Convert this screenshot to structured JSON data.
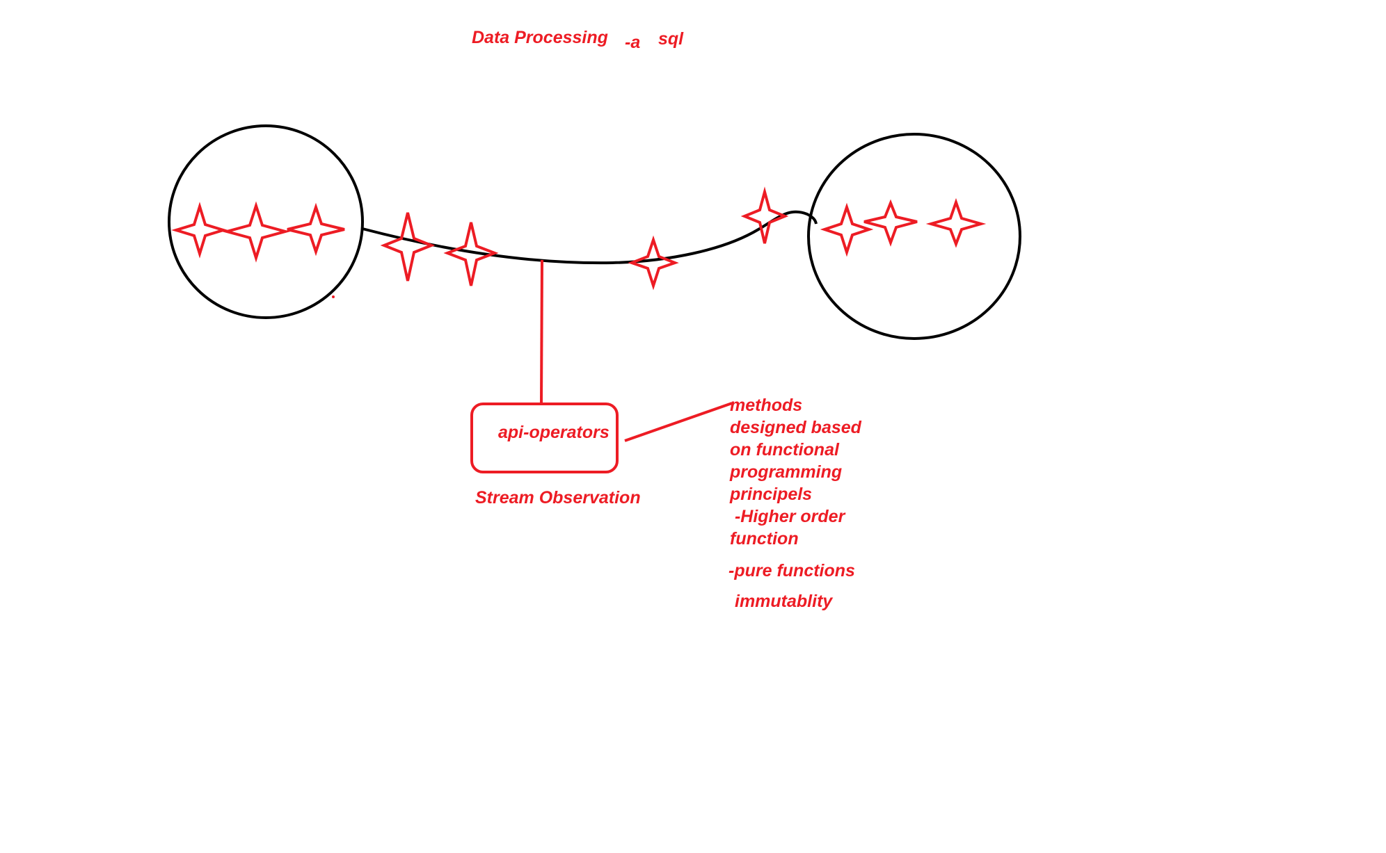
{
  "title": {
    "main": "Data Processing",
    "flag": "-a",
    "sql": "sql"
  },
  "box": {
    "label": "api-operators"
  },
  "caption": "Stream Observation",
  "notes": {
    "lines": [
      "methods",
      "designed based",
      "on functional",
      "programming",
      "principels",
      " -Higher order",
      "function"
    ],
    "pure": "-pure functions",
    "immutability": "immutablity"
  },
  "colors": {
    "ink": "#000000",
    "accent": "#ed1c24",
    "background": "#ffffff"
  },
  "icons": {
    "stream_item": "four-point-star-icon",
    "source": "circle",
    "sink": "circle"
  }
}
